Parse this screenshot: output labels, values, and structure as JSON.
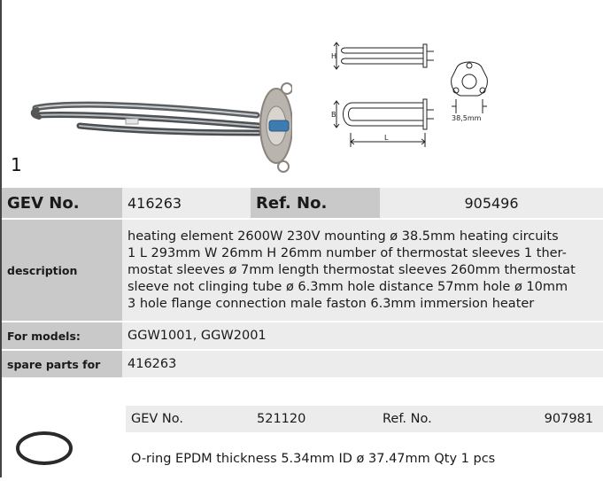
{
  "item": {
    "number": "1"
  },
  "drawing": {
    "label_h": "H",
    "label_b": "B",
    "label_l": "L",
    "flange_dim": "38,5mm"
  },
  "main": {
    "gev_label": "GEV No.",
    "gev_value": "416263",
    "ref_label": "Ref. No.",
    "ref_value": "905496",
    "desc_label": "description",
    "desc_lines": [
      "heating element  2600W 230V mounting ø 38.5mm heating circuits",
      "1 L 293mm W 26mm H 26mm number of thermostat sleeves 1 ther-",
      "mostat sleeves ø 7mm length thermostat sleeves 260mm thermostat",
      "sleeve not clinging tube ø 6.3mm hole distance 57mm hole ø 10mm",
      "3 hole flange connection male faston 6.3mm immersion heater"
    ],
    "models_label": "For models:",
    "models_value": "GGW1001, GGW2001",
    "spare_label": "spare parts for",
    "spare_value": "416263"
  },
  "spare": {
    "gev_label": "GEV No.",
    "gev_value": "521120",
    "ref_label": "Ref. No.",
    "ref_value": "907981",
    "description": "O-ring  EPDM thickness 5.34mm ID ø 37.47mm Qty 1 pcs"
  },
  "colors": {
    "label_bg": "#c9c9c9",
    "value_bg": "#ececec"
  }
}
